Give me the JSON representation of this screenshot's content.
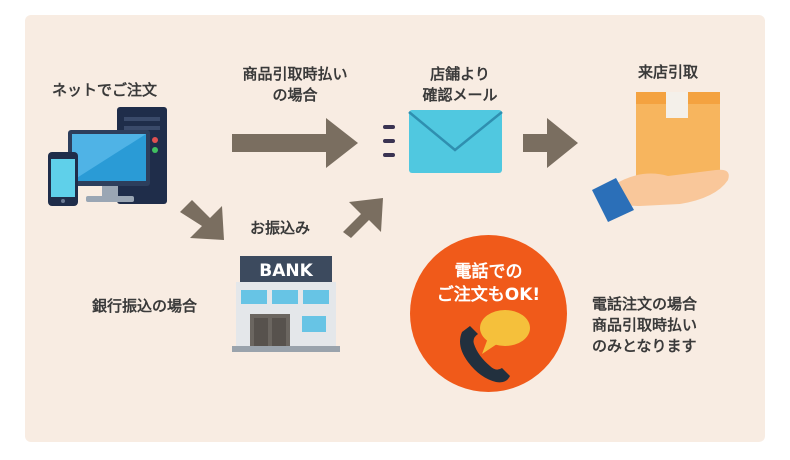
{
  "steps": {
    "order_online": "ネットでご注文",
    "pay_on_pickup": [
      "商品引取時払い",
      "の場合"
    ],
    "shop_email": [
      "店舗より",
      "確認メール"
    ],
    "pickup": "来店引取",
    "bank_deposit": "お振込み",
    "bank_transfer_case": "銀行振込の場合"
  },
  "bank_sign": "BANK",
  "phone_badge": [
    "電話での",
    "ご注文もOK!"
  ],
  "phone_note": [
    "電話注文の場合",
    "商品引取時払い",
    "のみとなります"
  ],
  "colors": {
    "panel_bg": "#f8ece2",
    "arrow": "#7a6e60",
    "badge": "#f05a1a",
    "envelope": "#50c8e0",
    "box": "#f7b55e",
    "monitor": "#2a9bd6",
    "bank": "#e4e7ea"
  },
  "icons": [
    "computer-icon",
    "smartphone-icon",
    "envelope-icon",
    "package-hand-icon",
    "bank-icon",
    "phone-icon",
    "speech-bubble-icon"
  ]
}
